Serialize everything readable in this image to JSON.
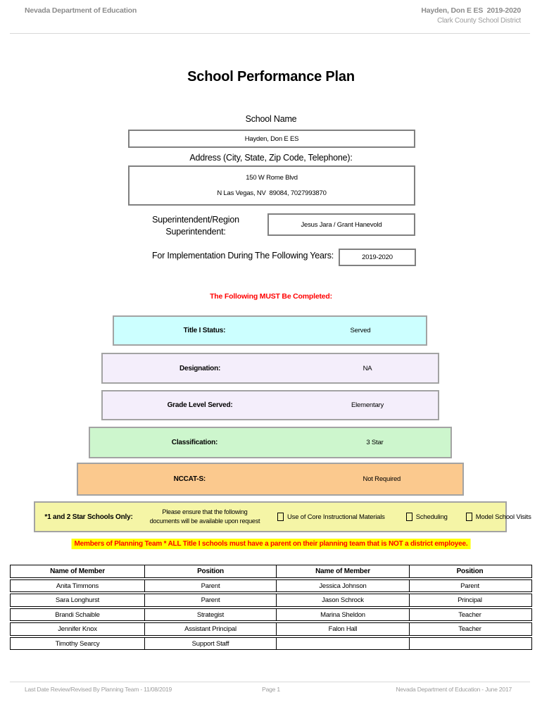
{
  "header": {
    "left": "Nevada Department of Education",
    "right_line1": "Hayden, Don E ES  2019-2020",
    "right_line2": "Clark County School District"
  },
  "title": "School Performance Plan",
  "form": {
    "school_name_label": "School Name",
    "school_name_value": "Hayden, Don E ES",
    "address_label": "Address (City, State, Zip Code, Telephone):",
    "address_line1": "150 W Rome Blvd",
    "address_line2": "N Las Vegas, NV  89084, 7027993870",
    "superintendent_label_line1": "Superintendent/Region",
    "superintendent_label_line2": "Superintendent:",
    "superintendent_value": "Jesus Jara / Grant Hanevold",
    "implementation_label": "For Implementation During The Following Years:",
    "implementation_value": "2019-2020"
  },
  "must_complete_notice": "The Following MUST Be Completed:",
  "status_bars": [
    {
      "label": "Title I Status:",
      "value": "Served",
      "bg": "#ccffff"
    },
    {
      "label": "Designation:",
      "value": "NA",
      "bg": "#f4eefb"
    },
    {
      "label": "Grade Level Served:",
      "value": "Elementary",
      "bg": "#f4eefb"
    },
    {
      "label": "Classification:",
      "value": "3 Star",
      "bg": "#cdf6cd"
    },
    {
      "label": "NCCAT-S:",
      "value": "Not Required",
      "bg": "#fbc98e"
    }
  ],
  "star_schools_box": {
    "bg": "#f5f5a6",
    "label": "*1 and 2 Star Schools Only:",
    "note_line1": "Please ensure that the following",
    "note_line2": "documents will be available upon request",
    "checkboxes": [
      "Use of Core Instructional Materials",
      "Scheduling",
      "Model School Visits"
    ]
  },
  "planning_team_notice": "Members of Planning Team * ALL Title I schools must have a parent on their planning team that is NOT a district employee.",
  "members_table": {
    "headers": [
      "Name of Member",
      "Position",
      "Name of Member",
      "Position"
    ],
    "rows": [
      [
        "Anita Timmons",
        "Parent",
        "Jessica Johnson",
        "Parent"
      ],
      [
        "Sara Longhurst",
        "Parent",
        "Jason Schrock",
        "Principal"
      ],
      [
        "Brandi Schaible",
        "Strategist",
        "Marina Sheldon",
        "Teacher"
      ],
      [
        "Jennifer Knox",
        "Assistant Principal",
        "Falon Hall",
        "Teacher"
      ],
      [
        "Timothy Searcy",
        "Support Staff",
        "",
        ""
      ]
    ]
  },
  "footer": {
    "left": "Last Date Review/Revised By Planning Team - 11/08/2019",
    "center": "Page 1",
    "right": "Nevada Department of Education - June 2017"
  },
  "colors": {
    "accent_red": "#ff0000",
    "highlight_yellow": "#ffff00",
    "header_gray": "#8c8c8c"
  }
}
